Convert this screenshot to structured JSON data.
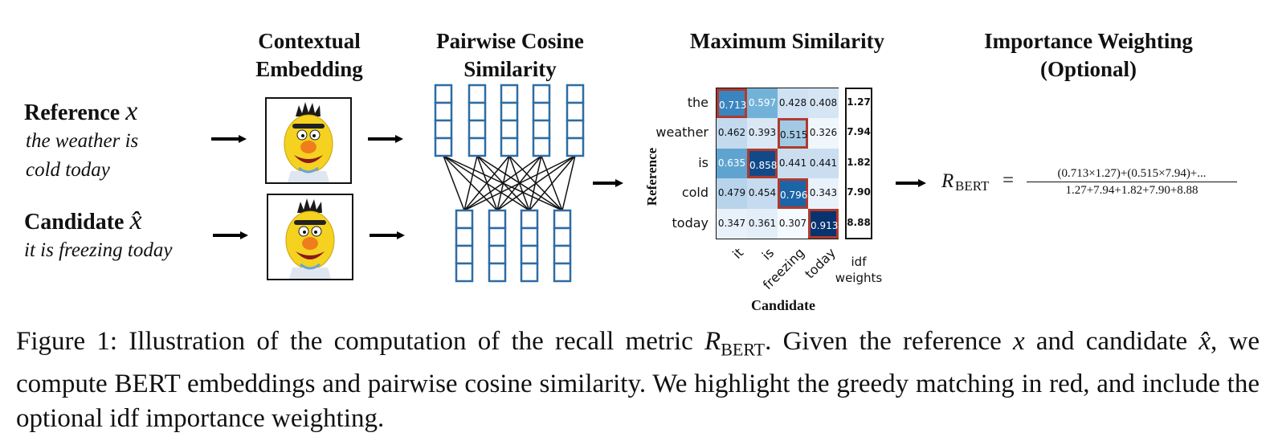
{
  "titles": {
    "embedding": [
      "Contextual",
      "Embedding"
    ],
    "cosine": [
      "Pairwise Cosine",
      "Similarity"
    ],
    "maxsim": [
      "Maximum Similarity"
    ],
    "importance": [
      "Importance Weighting",
      "(Optional)"
    ]
  },
  "inputs": {
    "reference_label": "Reference",
    "reference_var": "x",
    "reference_text": [
      "the weather is",
      "cold today"
    ],
    "candidate_label": "Candidate",
    "candidate_var": "x̂",
    "candidate_text": "it is freezing today"
  },
  "chart_data": {
    "type": "heatmap",
    "rows": [
      "the",
      "weather",
      "is",
      "cold",
      "today"
    ],
    "columns": [
      "it",
      "is",
      "freezing",
      "today"
    ],
    "values": [
      [
        0.713,
        0.597,
        0.428,
        0.408
      ],
      [
        0.462,
        0.393,
        0.515,
        0.326
      ],
      [
        0.635,
        0.858,
        0.441,
        0.441
      ],
      [
        0.479,
        0.454,
        0.796,
        0.343
      ],
      [
        0.347,
        0.361,
        0.307,
        0.913
      ]
    ],
    "value_labels": [
      [
        "0.713",
        "0.597",
        "0.428",
        "0.408"
      ],
      [
        "0.462",
        "0.393",
        "0.515",
        "0.326"
      ],
      [
        "0.635",
        "0.858",
        "0.441",
        "0.441"
      ],
      [
        "0.479",
        "0.454",
        "0.796",
        "0.343"
      ],
      [
        "0.347",
        "0.361",
        "0.307",
        "0.913"
      ]
    ],
    "highlighted": [
      [
        0,
        0
      ],
      [
        1,
        2
      ],
      [
        2,
        1
      ],
      [
        3,
        2
      ],
      [
        4,
        3
      ]
    ],
    "highlight_color": "#b03a2e",
    "colormap": "Blues",
    "ylabel": "Reference",
    "xlabel": "Candidate",
    "idf_label": [
      "idf",
      "weights"
    ],
    "idf_weights": [
      "1.27",
      "7.94",
      "1.82",
      "7.90",
      "8.88"
    ]
  },
  "formula": {
    "lhs_main": "R",
    "lhs_sub": "BERT",
    "equals": "=",
    "numerator": "(0.713×1.27)+(0.515×7.94)+...",
    "denominator": "1.27+7.94+1.82+7.90+8.88"
  },
  "caption": {
    "part1": "Figure 1: Illustration of the computation of the recall metric ",
    "r": "R",
    "rsub": "BERT",
    "part2": ". Given the reference ",
    "x": "x",
    "part3": " and candidate ",
    "xhat": "x̂",
    "part4": ", we compute BERT embeddings and pairwise cosine similarity. We highlight the greedy matching in red, and include the optional ",
    "idf": "idf",
    "part5": " importance weighting."
  },
  "colors": {
    "embedding_box": "#2e6ca4",
    "arrow": "#000000",
    "highlight": "#b03a2e"
  }
}
